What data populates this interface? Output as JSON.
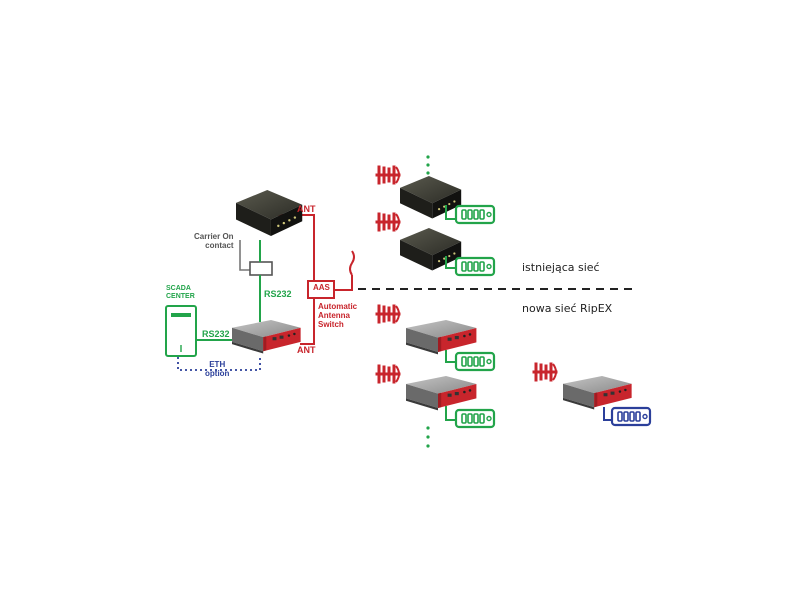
{
  "labels": {
    "ant_top": "ANT",
    "ant_bottom": "ANT",
    "carrier_line1": "Carrier On",
    "carrier_line2": "contact",
    "rs232_vertical": "RS232",
    "rs232_scada": "RS232",
    "scada_line1": "SCADA",
    "scada_line2": "CENTER",
    "eth_line1": "ETH",
    "eth_line2": "option",
    "aas": "AAS",
    "aas_desc_line1": "Automatic",
    "aas_desc_line2": "Antenna",
    "aas_desc_line3": "Switch",
    "existing_network": "istniejąca sieć",
    "new_network": "nowa sieć RipEX"
  },
  "colors": {
    "red": "#c8252c",
    "green": "#22a44a",
    "blue": "#2b3f9a",
    "black_device": "#2a2a22",
    "grey_device": "#8f8f8f"
  },
  "icons": [
    "antenna-icon",
    "radio-modem-icon",
    "rtu-icon",
    "scada-server-icon",
    "relay-icon"
  ]
}
